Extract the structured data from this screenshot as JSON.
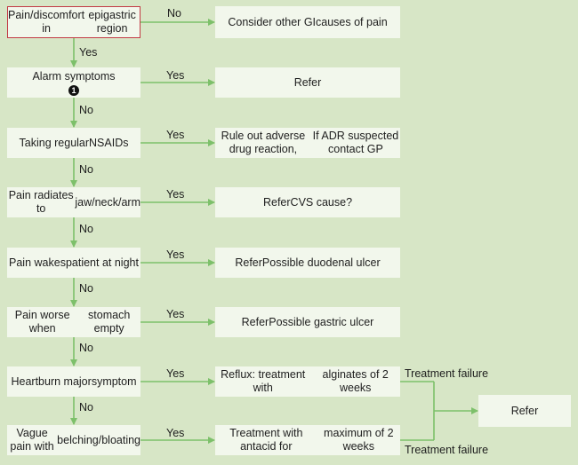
{
  "questions": [
    {
      "lines": [
        "Pain/discomfort in",
        "epigastric region"
      ]
    },
    {
      "lines": [
        "Alarm symptoms"
      ],
      "badge": "1"
    },
    {
      "lines": [
        "Taking regular",
        "NSAIDs"
      ]
    },
    {
      "lines": [
        "Pain radiates to",
        "jaw/neck/arm"
      ]
    },
    {
      "lines": [
        "Pain wakes",
        "patient at night"
      ]
    },
    {
      "lines": [
        "Pain worse when",
        "stomach empty"
      ]
    },
    {
      "lines": [
        "Heartburn major",
        "symptom"
      ]
    },
    {
      "lines": [
        "Vague pain with",
        "belching/bloating"
      ]
    }
  ],
  "outcomes": [
    {
      "lines": [
        "Consider other GI",
        "causes of pain"
      ]
    },
    {
      "lines": [
        "Refer"
      ]
    },
    {
      "lines": [
        "Rule out adverse drug reaction,",
        "If ADR suspected contact GP"
      ]
    },
    {
      "lines": [
        "Refer",
        "CVS cause?"
      ]
    },
    {
      "lines": [
        "Refer",
        "Possible duodenal ulcer"
      ]
    },
    {
      "lines": [
        "Refer",
        "Possible gastric ulcer"
      ]
    },
    {
      "lines": [
        "Reflux: treatment with",
        "alginates of 2 weeks"
      ]
    },
    {
      "lines": [
        "Treatment with antacid for",
        "maximum of 2 weeks"
      ]
    }
  ],
  "branch_labels": {
    "first_right": "No",
    "first_down": "Yes",
    "right": "Yes",
    "down": "No"
  },
  "treatment_failure": [
    "Treatment failure",
    "Treatment failure"
  ],
  "final_refer": "Refer",
  "colors": {
    "background": "#d7e6c6",
    "box": "#f2f7ec",
    "arrow": "#7dc06a",
    "start_border": "#c23a44"
  }
}
